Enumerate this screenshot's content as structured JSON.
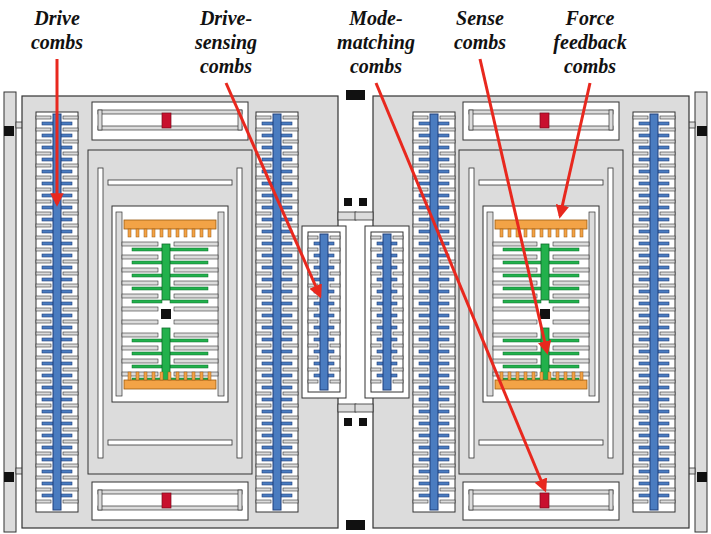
{
  "diagram": {
    "labels": [
      "Drive combs",
      "Drive-sensing combs",
      "Mode-matching combs",
      "Sense combs",
      "Force feedback combs"
    ]
  }
}
